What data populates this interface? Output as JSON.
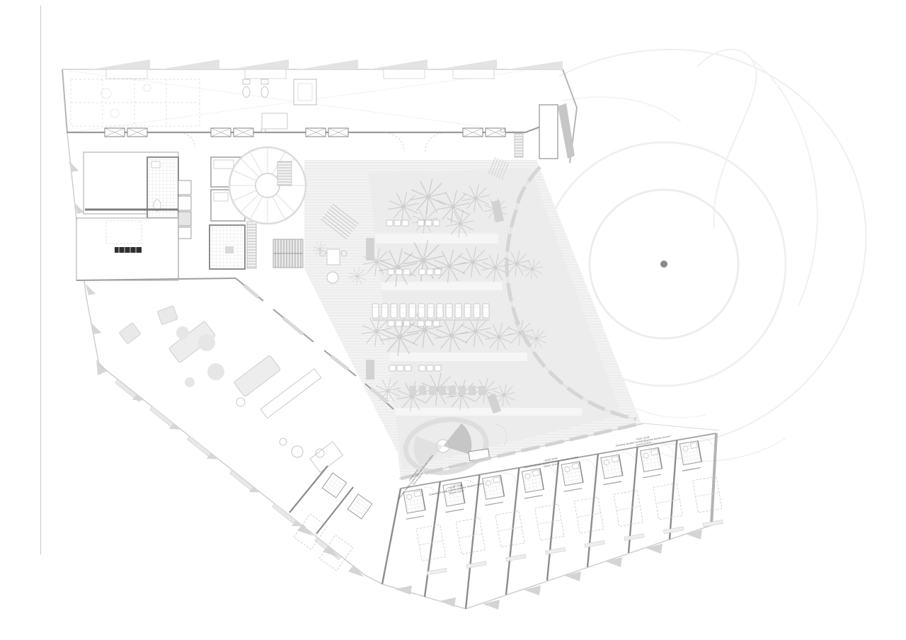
{
  "palette": {
    "background": "#ffffff",
    "faint_line": "#f0f0f0",
    "light_line": "#e2e2e2",
    "mid_line": "#c9c9c9",
    "wall": "#9a9a9a",
    "dark_wall": "#7d7d7d",
    "black_counter": "#2f2f2f",
    "courtyard_fill": "#ececec",
    "deck_fill": "#f3f3f3",
    "shade_fill": "#d6d6d6",
    "center_dot": "#8a8a8a"
  },
  "drawing": {
    "kind": "architectural ground-floor plan",
    "unit_labels": [
      {
        "line1": "+23,08  +23,08",
        "line2": "Chambre Double Confort  Chambre Double Confort",
        "line3": "23,6 m²  23,6 m²"
      },
      {
        "line1": "+23,08  +23,08",
        "line2": "Chambre Double Confort  Chambre Double Confort",
        "line3": "23,6 m²  23,6 m²"
      },
      {
        "line1": "+23,08  +23,08",
        "line2": "Chambre Double Confort  Chambre Double Confort",
        "line3": "23,6 m²  23,6 m²"
      },
      {
        "line1": "+23,07  +23,08",
        "line2": "Chambre Double Confort  Chambre Double Confort",
        "line3": "23,6 m²  23,6 m²"
      }
    ]
  }
}
